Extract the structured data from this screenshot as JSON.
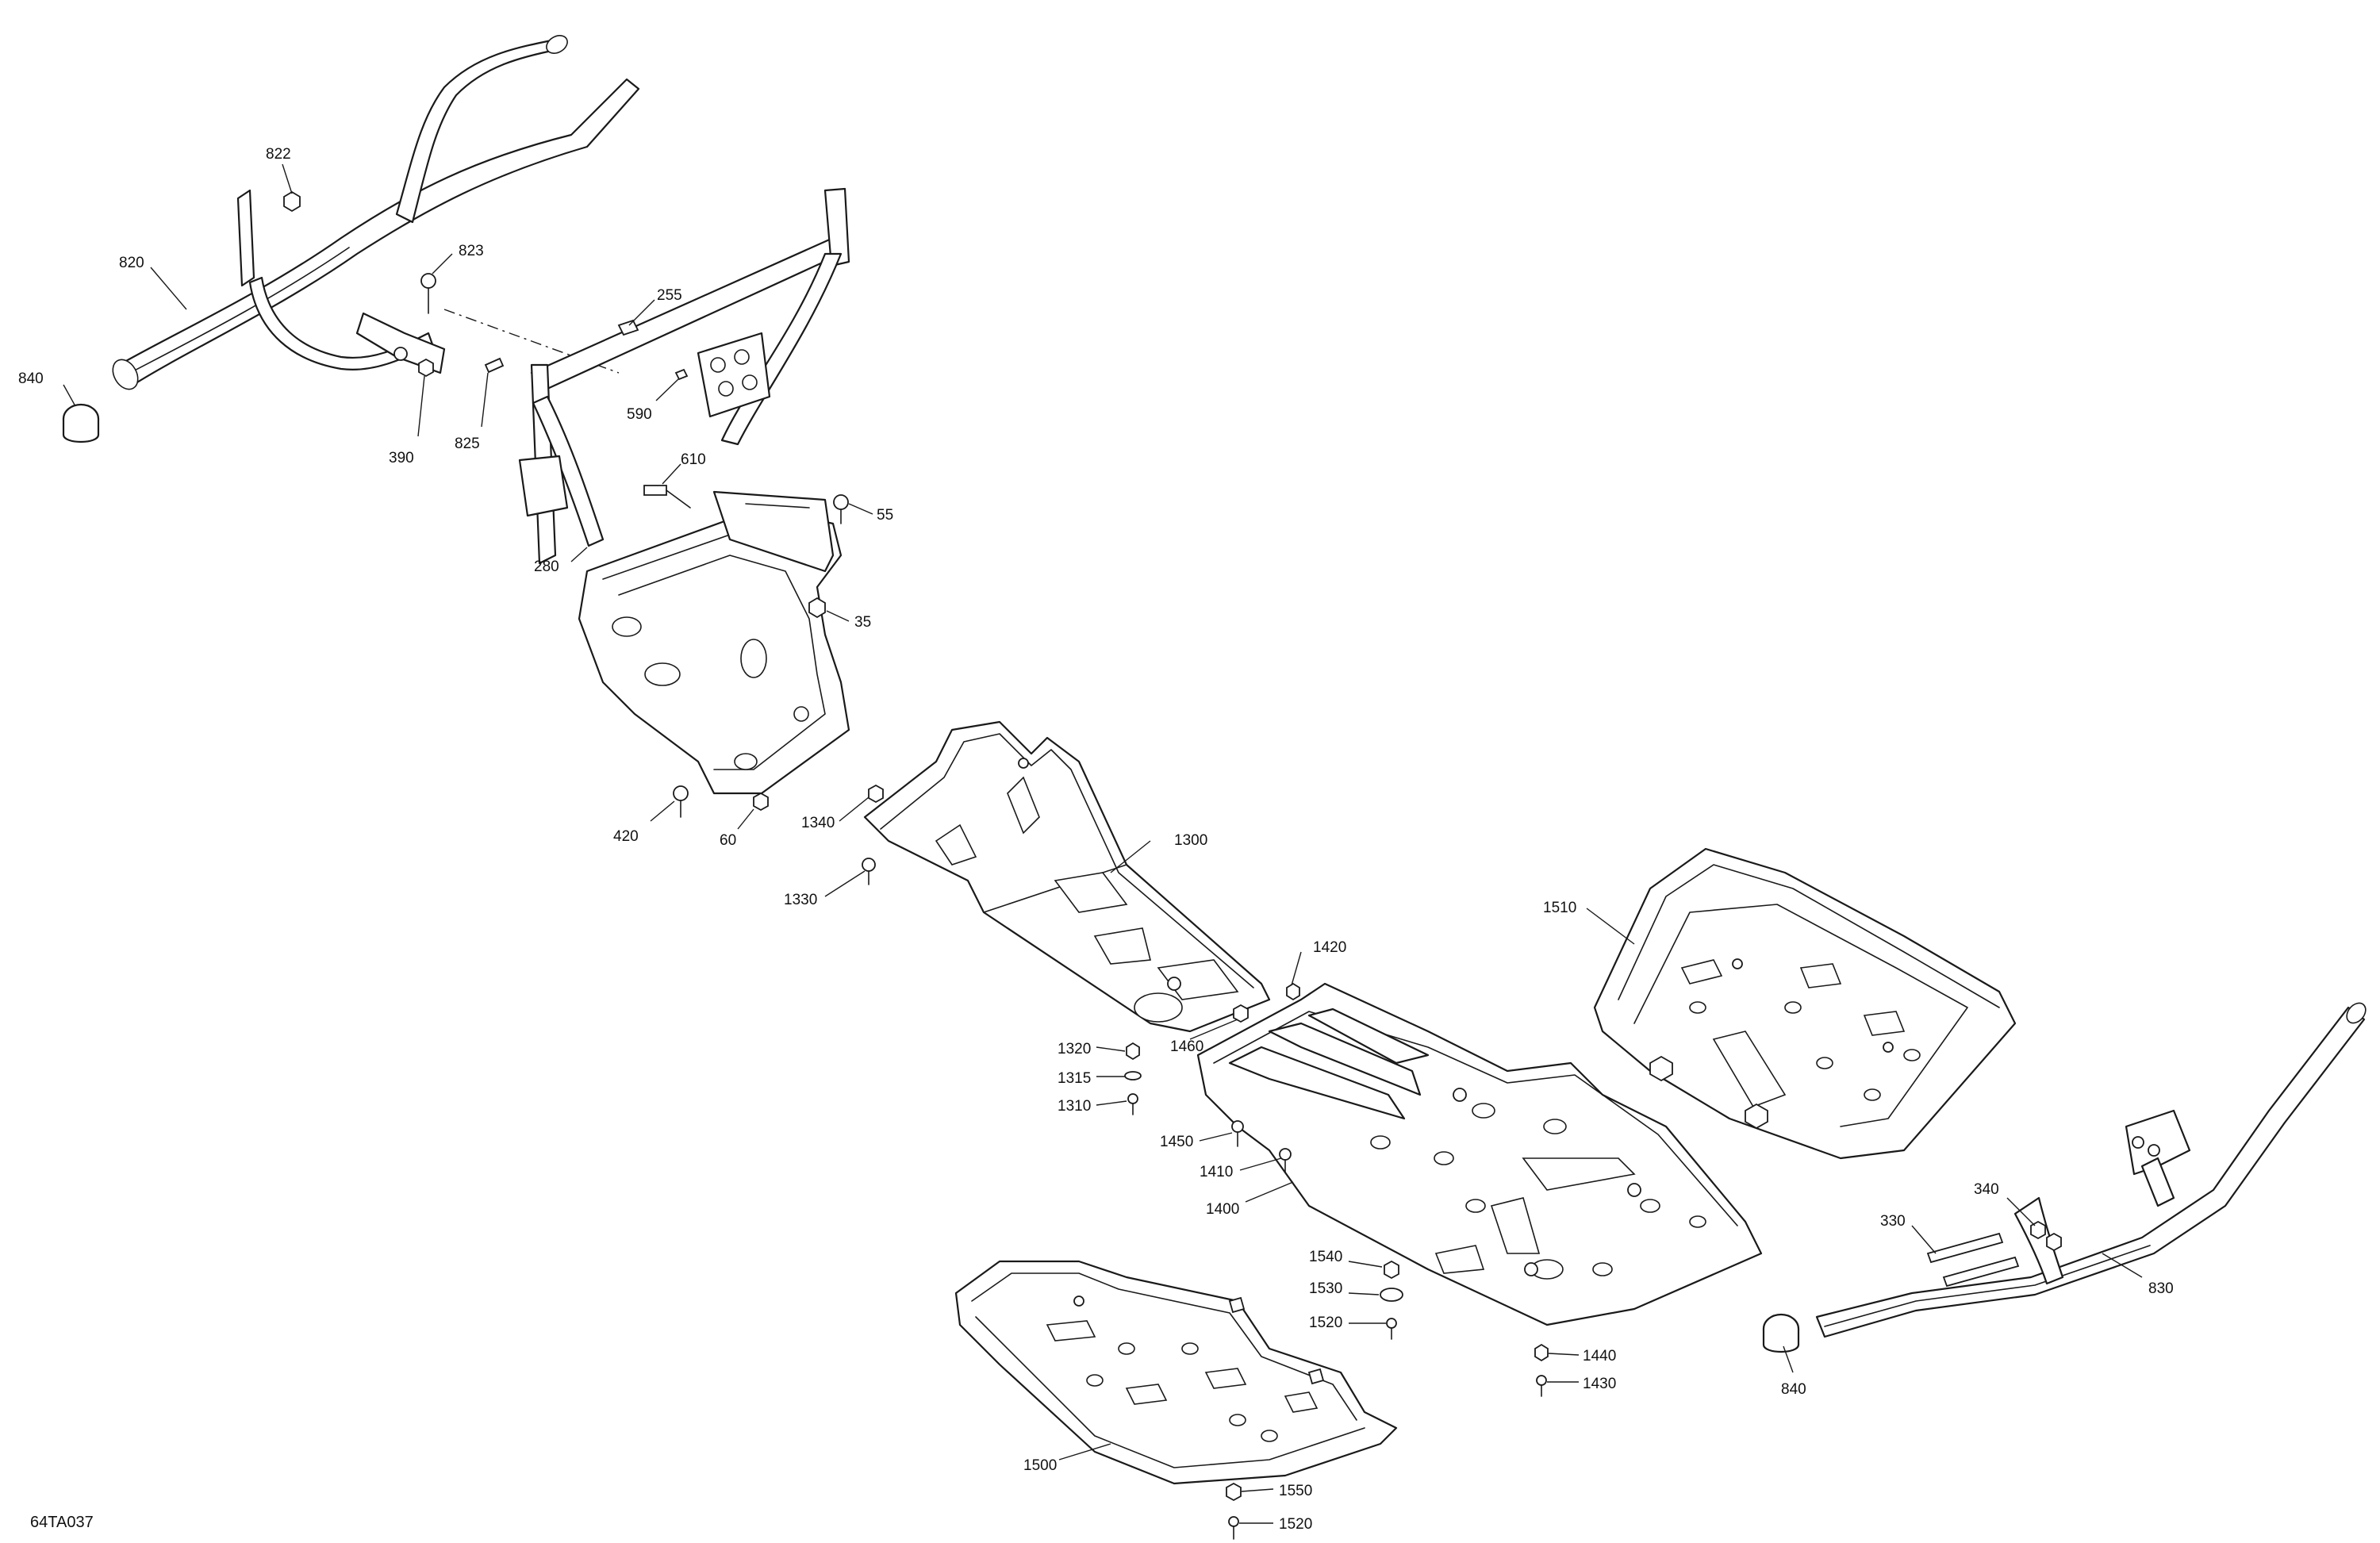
{
  "figure_id": "64TA037",
  "callouts": {
    "c822": "822",
    "c820": "820",
    "c823": "823",
    "c840a": "840",
    "c390": "390",
    "c825": "825",
    "c255": "255",
    "c590": "590",
    "c610": "610",
    "c55": "55",
    "c280": "280",
    "c35": "35",
    "c420": "420",
    "c60": "60",
    "c1340": "1340",
    "c1300": "1300",
    "c1330": "1330",
    "c1510": "1510",
    "c1420": "1420",
    "c1320": "1320",
    "c1460": "1460",
    "c1315": "1315",
    "c1310": "1310",
    "c1450": "1450",
    "c1410": "1410",
    "c1400": "1400",
    "c340": "340",
    "c330": "330",
    "c830": "830",
    "c1540": "1540",
    "c1530": "1530",
    "c1520a": "1520",
    "c1440": "1440",
    "c1430": "1430",
    "c840b": "840",
    "c1500": "1500",
    "c1550": "1550",
    "c1520b": "1520"
  }
}
